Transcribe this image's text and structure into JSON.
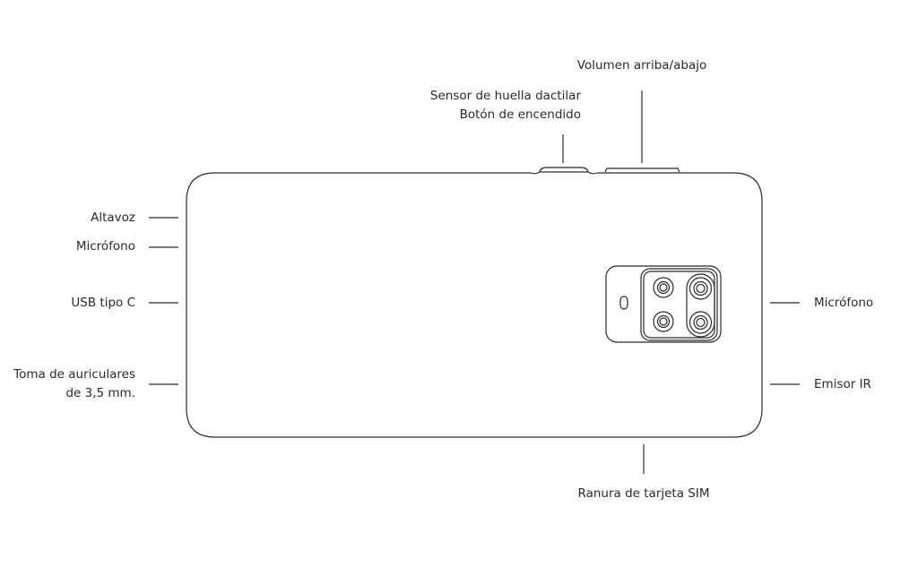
{
  "labels": {
    "volume": "Volumen arriba/abajo",
    "fingerprint_line1": "Sensor de huella dactilar",
    "fingerprint_line2": "Botón de encendido",
    "speaker": "Altavoz",
    "mic_left": "Micrófono",
    "usb": "USB tipo C",
    "headphone_line1": "Toma de auriculares",
    "headphone_line2": "de 3,5 mm.",
    "mic_right": "Micrófono",
    "ir": "Emisor IR",
    "sim": "Ranura de tarjeta SIM"
  },
  "colors": {
    "stroke": "#2b2b2b",
    "background": "#ffffff"
  }
}
